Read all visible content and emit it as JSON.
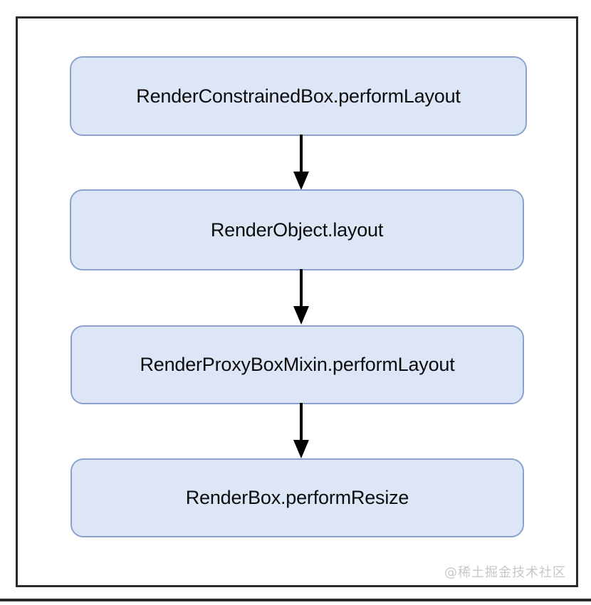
{
  "diagram": {
    "type": "flowchart",
    "direction": "top-to-bottom",
    "colors": {
      "node_fill": "#dce6f7",
      "node_border": "#8ba3cc",
      "node_text": "#0d0d0d",
      "frame_border": "#2b2b2b",
      "arrow": "#000000",
      "watermark": "#c7c7c7",
      "background": "#ffffff"
    },
    "nodes": [
      {
        "id": "node-1",
        "label": "RenderConstrainedBox.performLayout"
      },
      {
        "id": "node-2",
        "label": "RenderObject.layout"
      },
      {
        "id": "node-3",
        "label": "RenderProxyBoxMixin.performLayout"
      },
      {
        "id": "node-4",
        "label": "RenderBox.performResize"
      }
    ],
    "edges": [
      {
        "id": "arrow-1",
        "from": "node-1",
        "to": "node-2",
        "style": "solid-arrow-down"
      },
      {
        "id": "arrow-2",
        "from": "node-2",
        "to": "node-3",
        "style": "solid-arrow-down"
      },
      {
        "id": "arrow-3",
        "from": "node-3",
        "to": "node-4",
        "style": "solid-arrow-down"
      }
    ]
  },
  "watermark": {
    "text": "@稀土掘金技术社区"
  }
}
